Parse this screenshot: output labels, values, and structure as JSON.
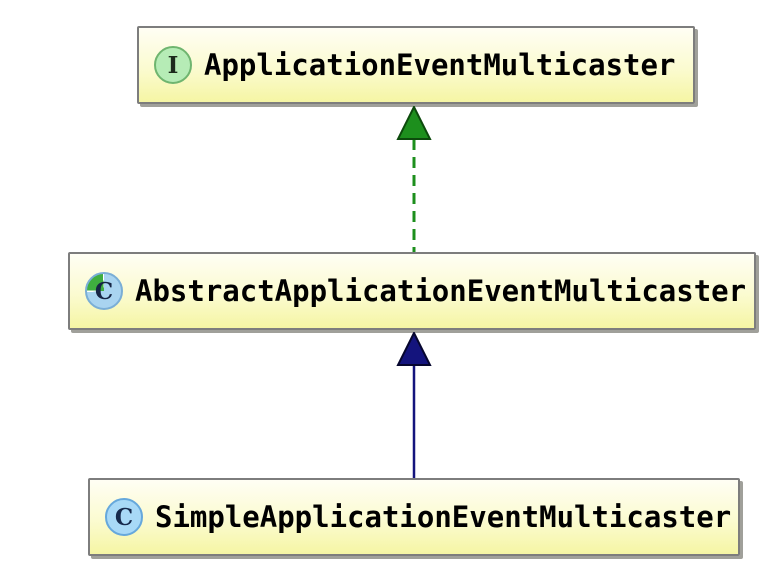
{
  "diagram": {
    "type": "uml-class-hierarchy",
    "nodes": [
      {
        "label": "ApplicationEventMulticaster",
        "kind": "interface",
        "icon": "interface-icon",
        "icon_letter": "I"
      },
      {
        "label": "AbstractApplicationEventMulticaster",
        "kind": "abstract-class",
        "icon": "abstract-class-icon",
        "icon_letter": "C"
      },
      {
        "label": "SimpleApplicationEventMulticaster",
        "kind": "class",
        "icon": "class-icon",
        "icon_letter": "C"
      }
    ],
    "edges": [
      {
        "from": "AbstractApplicationEventMulticaster",
        "to": "ApplicationEventMulticaster",
        "relation": "implements",
        "line_style": "dashed",
        "color": "#1d8f1d",
        "head_border": "#0c4a0c"
      },
      {
        "from": "SimpleApplicationEventMulticaster",
        "to": "AbstractApplicationEventMulticaster",
        "relation": "extends",
        "line_style": "solid",
        "color": "#14147d",
        "head_border": "#06062e"
      }
    ],
    "colors": {
      "canvas": "#ffffff",
      "node_fill_top": "#fffef4",
      "node_fill_bottom": "#f5f5a4",
      "node_border": "#7d7d7d",
      "implements_green": "#1d8f1d",
      "extends_blue": "#14147d"
    }
  }
}
